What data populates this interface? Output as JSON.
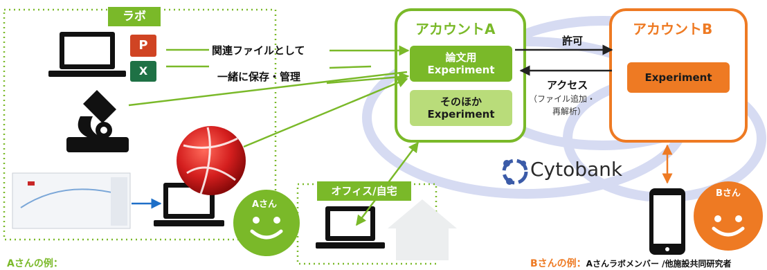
{
  "lab": {
    "label": "ラボ"
  },
  "office": {
    "label": "オフィス/自宅"
  },
  "files": {
    "line1": "関連ファイルとして",
    "line2": "一緒に保存・管理"
  },
  "account_a": {
    "title": "アカウントA",
    "paper_line1": "論文用",
    "paper_line2": "Experiment",
    "other_line1": "そのほか",
    "other_line2": "Experiment"
  },
  "account_b": {
    "title": "アカウントB",
    "experiment": "Experiment"
  },
  "permission": {
    "label": "許可"
  },
  "access": {
    "title": "アクセス",
    "line1": "（ファイル追加・",
    "line2": "再解析）"
  },
  "cytobank": {
    "name": "Cytobank"
  },
  "user_a": {
    "badge": "Aさん",
    "caption": "Aさんの例："
  },
  "user_b": {
    "badge": "Bさん",
    "caption": "Bさんの例：",
    "caption_detail": "Aさんラボメンバー /他施設共同研究者"
  },
  "icons": {
    "ppt": "P",
    "excel": "X"
  },
  "colors": {
    "green": "#7ab929",
    "orange": "#ee7a23",
    "blue_cloud": "#dde0f4",
    "cyto_blue": "#3b5ba8"
  }
}
